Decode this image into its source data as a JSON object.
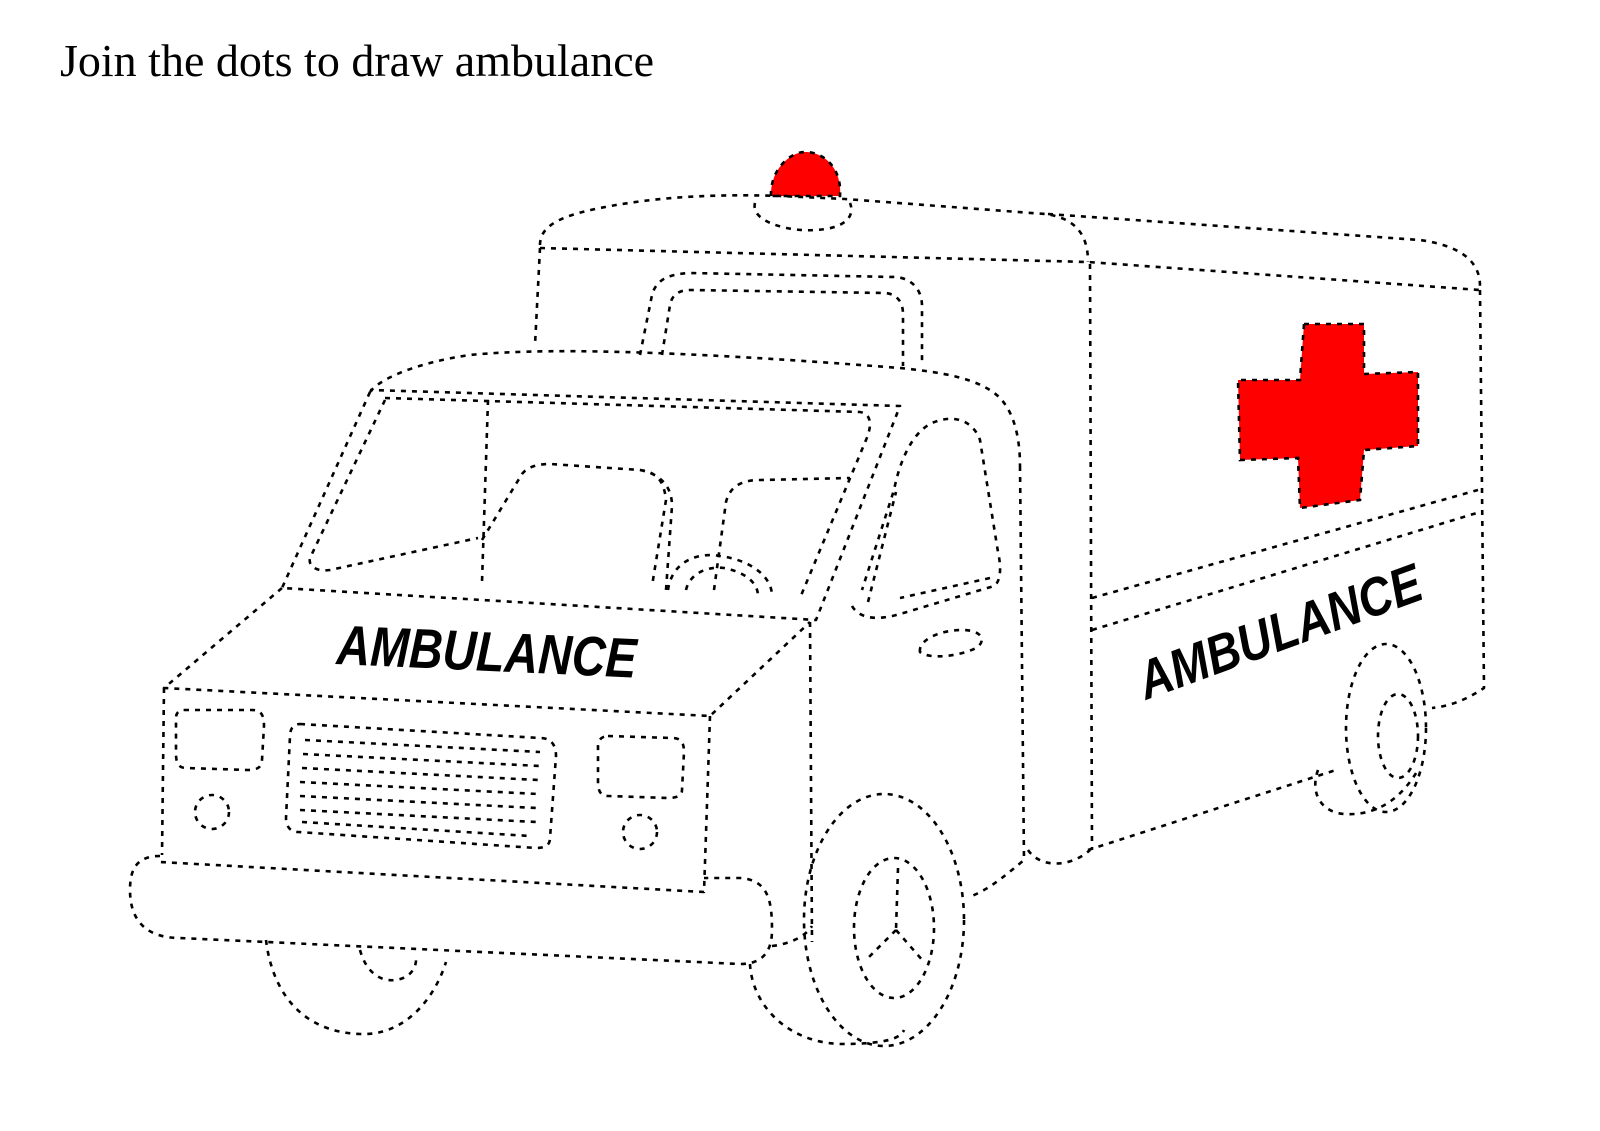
{
  "worksheet": {
    "instruction": "Join the dots to draw ambulance"
  },
  "vehicle": {
    "front_label": "AMBULANCE",
    "side_label": "AMBULANCE"
  },
  "colors": {
    "siren": "#ff0000",
    "cross": "#ff0000",
    "dots": "#000000"
  }
}
